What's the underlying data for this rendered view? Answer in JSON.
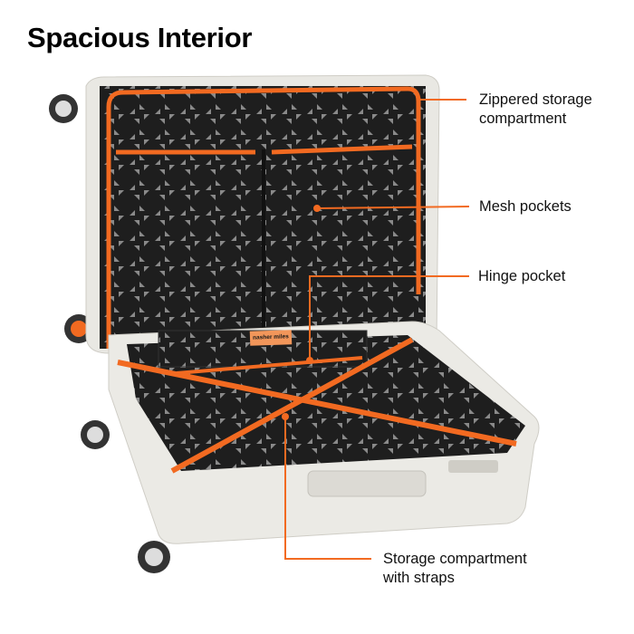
{
  "title": "Spacious Interior",
  "brand_logo_text": "nasher miles",
  "accent_color": "#f26a21",
  "callouts": [
    {
      "line1": "Zippered storage",
      "line2": "compartment"
    },
    {
      "line1": "Mesh pockets"
    },
    {
      "line1": "Hinge pocket"
    },
    {
      "line1": "Storage compartment",
      "line2": "with straps"
    }
  ]
}
